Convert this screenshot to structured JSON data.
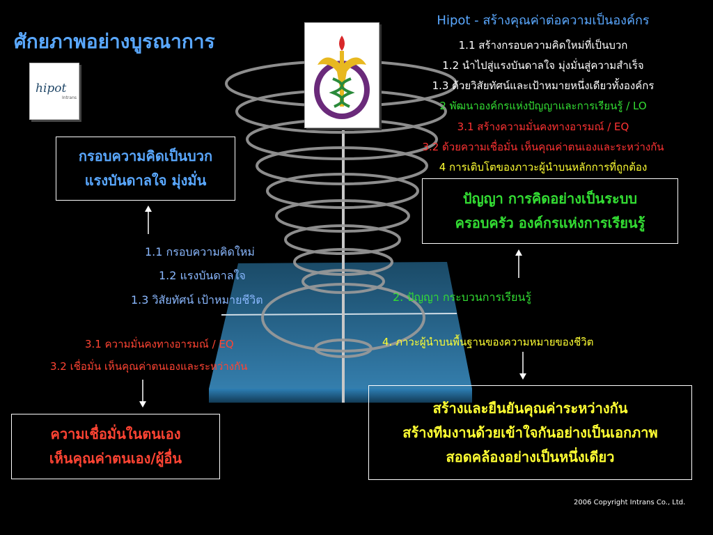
{
  "title": "ศักยภาพอย่างบูรณาการ",
  "hipot_logo_text": "hipot",
  "hipot_logo_sub": "Intrans",
  "header": {
    "title_prefix": "Hipot - ",
    "title_thai": "สร้างคุณค่าต่อความเป็นองค์กร",
    "lines": [
      {
        "text": "1.1 สร้างกรอบความคิดใหม่ที่เป็นบวก",
        "color": "#ffffff"
      },
      {
        "text": "1.2 นำไปสู่แรงบันดาลใจ มุ่งมั่นสู่ความสำเร็จ",
        "color": "#ffffff"
      },
      {
        "text": "1.3 ด้วยวิสัยทัศน์และเป้าหมายหนึ่งเดียวทั้งองค์กร",
        "color": "#ffffff"
      },
      {
        "text": "2 พัฒนาองค์กรแห่งปัญญาและการเรียนรู้ / LO",
        "color": "#33dd33"
      },
      {
        "text": "3.1 สร้างความมั่นคงทางอารมณ์ / EQ",
        "color": "#ff3333"
      },
      {
        "text": "3.2 ด้วยความเชื่อมั่น เห็นคุณค่าตนเองและระหว่างกัน",
        "color": "#ff3333"
      },
      {
        "text": "4 การเติบโตของภาวะผู้นำบนหลักการที่ถูกต้อง",
        "color": "#ffff33"
      }
    ]
  },
  "box_top_left": {
    "line1": "กรอบความคิดเป็นบวก",
    "line2": "แรงบันดาลใจ มุ่งมั่น"
  },
  "box_top_right": {
    "line1": "ปัญญา การคิดอย่างเป็นระบบ",
    "line2": "ครอบครัว องค์กรแห่งการเรียนรู้"
  },
  "box_bottom_left": {
    "line1": "ความเชื่อมั่นในตนเอง",
    "line2": "เห็นคุณค่าตนเอง/ผู้อื่น"
  },
  "box_bottom_right": {
    "line1": "สร้างและยืนยันคุณค่าระหว่างกัน",
    "line2": "สร้างทีมงานด้วยเข้าใจกันอย่างเป็นเอกภาพ",
    "line3": "สอดคล้องอย่างเป็นหนึ่งเดียว"
  },
  "left_labels": {
    "l11": "1.1 กรอบความคิดใหม่",
    "l12": "1.2 แรงบันดาลใจ",
    "l13": "1.3 วิสัยทัศน์ เป้าหมายชีวิต",
    "l31": "3.1 ความมั่นคงทางอารมณ์ / EQ",
    "l32": "3.2 เชื่อมั่น เห็นคุณค่าตนเองและระหว่างกัน"
  },
  "right_labels": {
    "l2": "2. ปัญญา กระบวนการเรียนรู้",
    "l4": "4. ภาวะผู้นำบนพื้นฐานของความหมายของชีวิต"
  },
  "copyright": "2006 Copyright Intrans Co., Ltd.",
  "colors": {
    "title": "#5aa8ff",
    "white": "#ffffff",
    "green": "#33dd33",
    "red": "#ff4433",
    "yellow": "#ffff33",
    "blue_label": "#8ab8ff"
  }
}
